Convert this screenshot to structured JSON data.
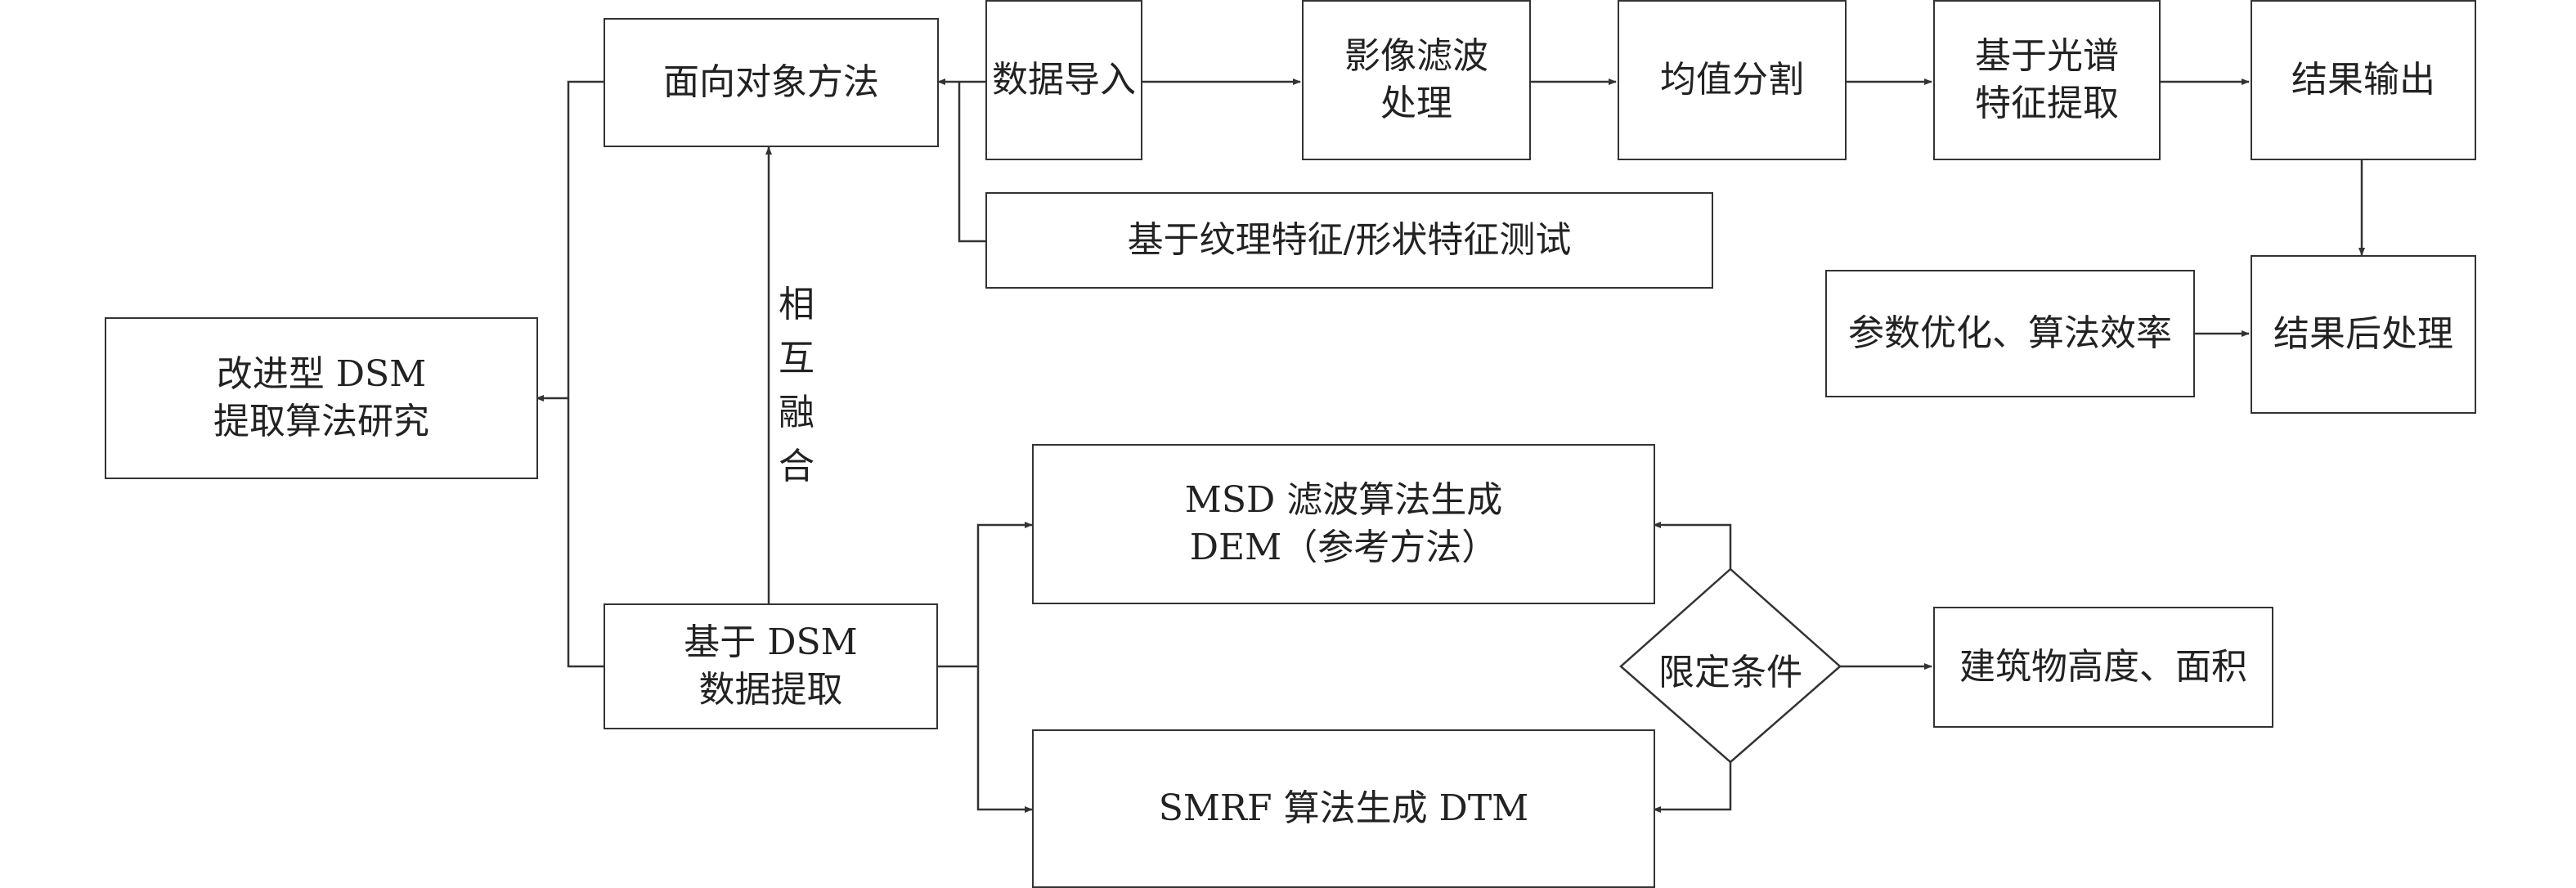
{
  "nodes": {
    "main": "改进型 DSM\n提取算法研究",
    "object": "面向对象方法",
    "import": "数据导入",
    "filter": "影像滤波\n处理",
    "mean_seg": "均值分割",
    "spectral": "基于光谱\n特征提取",
    "output": "结果输出",
    "texture": "基于纹理特征/形状特征测试",
    "param_opt": "参数优化、算法效率",
    "post": "结果后处理",
    "dsm_extract": "基于 DSM\n数据提取",
    "msd": "MSD 滤波算法生成\nDEM（参考方法）",
    "smrf": "SMRF 算法生成 DTM",
    "condition": "限定条件",
    "building": "建筑物高度、面积"
  },
  "labels": {
    "fusion": "相\n互\n融\n合"
  },
  "style": {
    "stroke": "#333333",
    "background": "#ffffff"
  }
}
